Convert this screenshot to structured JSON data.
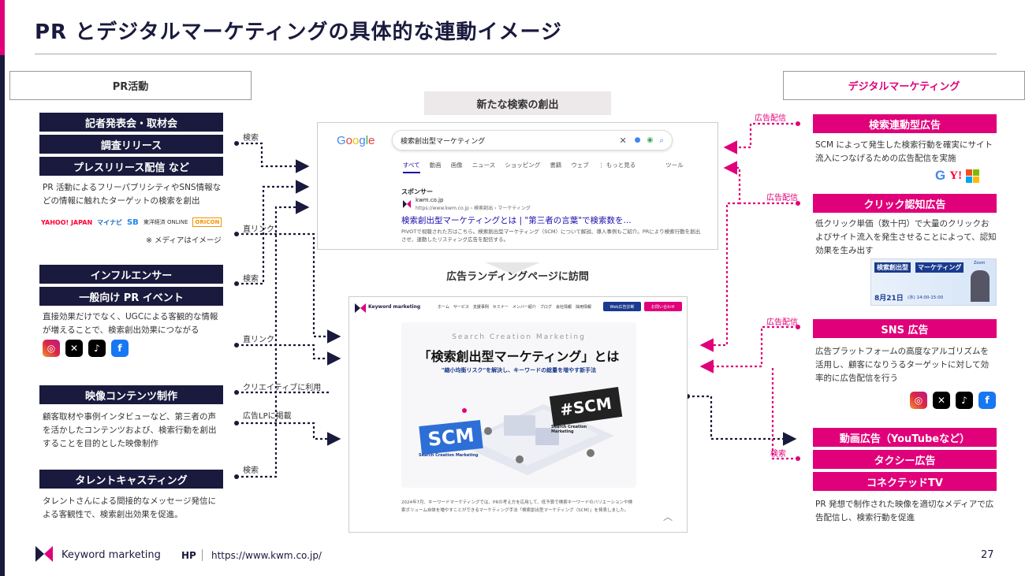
{
  "title": "PR とデジタルマーケティングの具体的な連動イメージ",
  "left_tab": "PR活動",
  "right_tab": "デジタルマーケティング",
  "center": {
    "search_label": "新たな検索の創出",
    "landing_label": "広告ランディングページに訪問"
  },
  "pr": {
    "group1": {
      "items": [
        "記者発表会・取材会",
        "調査リリース",
        "プレスリリース配信 など"
      ],
      "desc": "PR 活動によるフリーパブリシティやSNS情報などの情報に触れたターゲットの検索を創出",
      "media_logos": [
        "YAHOO! JAPAN",
        "マイナビ",
        "SB",
        "東洋経済 ONLINE",
        "ORICON"
      ],
      "note": "※ メディアはイメージ"
    },
    "group2": {
      "items": [
        "インフルエンサー",
        "一般向け PR イベント"
      ],
      "desc": "直接効果だけでなく、UGCによる客観的な情報が増えることで、検索創出効果につながる"
    },
    "group3": {
      "items": [
        "映像コンテンツ制作"
      ],
      "desc": "顧客取材や事例インタビューなど、第三者の声を活かしたコンテンツおよび、検索行動を創出することを目的とした映像制作"
    },
    "group4": {
      "items": [
        "タレントキャスティング"
      ],
      "desc": "タレントさんによる間接的なメッセージ発信による客観性で、検索創出効果を促進。"
    }
  },
  "connectors": {
    "search": "検索",
    "direct_link": "直リンク",
    "creative_use": "クリエイティブに利用",
    "lp_post": "広告LPに掲載",
    "ad_delivery": "広告配信"
  },
  "digital": {
    "search_ad": {
      "label": "検索連動型広告",
      "desc": "SCM によって発生した検索行動を確実にサイト流入につなげるための広告配信を実施"
    },
    "click_ad": {
      "label": "クリック認知広告",
      "desc": "低クリック単価（数十円）で大量のクリックおよびサイト流入を発生させることによって、認知効果を生み出す",
      "banner_title": "検索創出型",
      "banner_title2": "マーケティング",
      "banner_date": "8月21日",
      "banner_time": "(水) 14:00-15:00",
      "banner_tag": "Zoom"
    },
    "sns_ad": {
      "label": "SNS 広告",
      "desc": "広告プラットフォームの高度なアルゴリズムを活用し、顧客になりうるターゲットに対して効率的に広告配信を行う"
    },
    "video": {
      "items": [
        "動画広告（YouTubeなど）",
        "タクシー広告",
        "コネクテッドTV"
      ],
      "desc": "PR 発想で制作された映像を適切なメディアで広告配信し、検索行動を促進"
    }
  },
  "google": {
    "logo": "Google",
    "query": "検索創出型マーケティング",
    "tabs": [
      "すべて",
      "動画",
      "画像",
      "ニュース",
      "ショッピング",
      "書籍",
      "ウェブ",
      "⋮ もっと見る",
      "ツール"
    ],
    "sponsor": "スポンサー",
    "site": "kwm.co.jp",
    "url": "https://www.kwm.co.jp › 検索創出 › マーケティング",
    "result_title": "検索創出型マーケティングとは | \"第三者の言葉\"で検索数を...",
    "snippet": "PIVOTで视聴された方はこちら。検索創出型マーケティング（SCM）について解説、導入事例もご紹介。PRにより検索行動を創出させ、連動したリスティング広告を配信する。"
  },
  "lp": {
    "brand": "Keyword marketing",
    "nav": [
      "ホーム",
      "サービス",
      "支援事例",
      "セミナー",
      "メンバー紹介",
      "ブログ",
      "会社情報",
      "採用情報"
    ],
    "btn1": "Web広告診断",
    "btn2": "お問い合わせ",
    "eyebrow": "Search Creation Marketing",
    "headline": "「検索創出型マーケティング」とは",
    "subhead": "\"縮小均衡リスク\"を解決し、キーワードの総量を増やす新手法",
    "scm_tag": "#SCM",
    "scm_big": "SCM",
    "scm_sub": "Search Creation Marketing",
    "tag_sub": "Search Creation Marketing",
    "body": "2024年7月、キーワードマーケティングでは、PRの考え方を応用して、低予算で検索キーワードのバリエーションや検索ボリューム自体を増やすことができるマーケティング手法「検索創出型マーケティング（SCM）」を発表しました。"
  },
  "footer": {
    "brand": "Keyword marketing",
    "hp_label": "HP",
    "url": "https://www.kwm.co.jp/",
    "page": "27"
  },
  "colors": {
    "navy": "#1a1a3e",
    "pink": "#e0007a"
  }
}
